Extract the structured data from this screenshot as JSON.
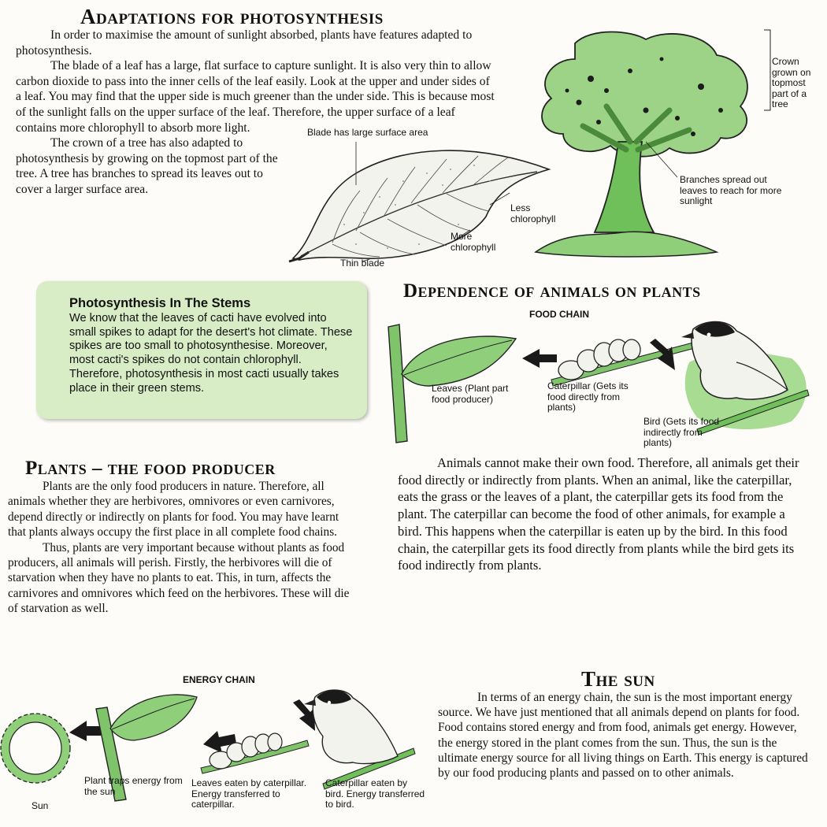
{
  "adaptations": {
    "title": "Adaptations for photosynthesis",
    "paragraphs": [
      "In order to maximise the amount of sunlight absorbed, plants have features adapted to photosynthesis.",
      "The blade of a leaf has a large, flat surface to capture sunlight. It is also very thin to allow carbon dioxide to pass into the inner cells of the leaf easily. Look at the upper and under sides of a leaf. You may find that the upper side is much greener than the under side. This is because most of the sunlight falls on the upper surface of the leaf. Therefore, the upper surface of a leaf contains more chlorophyll to absorb more light.",
      "The crown of a tree has also adapted to photosynthesis by growing on the topmost part of the tree. A tree has branches to spread its leaves out to cover a larger surface area."
    ]
  },
  "leaf_labels": {
    "blade": "Blade has large surface area",
    "less": "Less chlorophyll",
    "more": "More chlorophyll",
    "thin": "Thin blade"
  },
  "tree_labels": {
    "crown": "Crown grown on topmost part of a tree",
    "branches": "Branches spread out leaves to reach for more sunlight"
  },
  "stems_box": {
    "title": "Photosynthesis In The Stems",
    "text": "We know that the leaves of cacti have evolved into small spikes to adapt for the desert's hot climate. These spikes are too small to photosynthesise. Moreover, most cacti's spikes do not contain chlorophyll. Therefore, photosynthesis in most cacti usually takes place in their green stems."
  },
  "dependence": {
    "title": "Dependence of animals on plants",
    "food_chain_title": "FOOD CHAIN",
    "leaves_label": "Leaves (Plant part food producer)",
    "caterpillar_label": "Caterpillar (Gets its food directly from plants)",
    "bird_label": "Bird (Gets its food indirectly from plants)",
    "text": "Animals cannot make their own food. Therefore, all animals get their food directly or indirectly from plants. When an animal, like the caterpillar, eats the grass or the leaves of a plant, the caterpillar gets its food from the plant. The caterpillar can become the food of other animals, for example a bird. This happens when the caterpillar is eaten up by the bird. In this food chain, the caterpillar gets its food directly from plants while the bird gets its food indirectly from plants."
  },
  "plants": {
    "title": "Plants – the food producer",
    "paragraphs": [
      "Plants are the only food producers in nature. Therefore, all animals whether they are herbivores, omnivores or even carnivores, depend directly or indirectly on plants for food. You may have learnt that plants always occupy the first place in all complete food chains.",
      "Thus, plants are very important because without plants as food producers, all animals will perish. Firstly, the herbivores will die of starvation when they have no plants to eat. This, in turn, affects the carnivores and omnivores which feed on the herbivores. These will die of starvation as well."
    ]
  },
  "energy_chain": {
    "title": "ENERGY CHAIN",
    "sun": "Sun",
    "plant": "Plant traps energy from the sun",
    "caterpillar": "Leaves eaten by caterpillar. Energy transferred to caterpillar.",
    "bird": "Caterpillar eaten by bird. Energy transferred to bird."
  },
  "sun_section": {
    "title": "The sun",
    "text": "In terms of an energy chain, the sun is the most important energy source. We have just mentioned that all animals depend on plants for food. Food contains stored energy and from food, animals get energy. However, the energy stored in the plant comes from the sun. Thus, the sun is the ultimate energy source for all living things on Earth. This energy is captured by our food producing plants and passed on to other animals."
  },
  "colors": {
    "green_box": "#d8ecc6",
    "illustration_green": "#8fcf7a",
    "dark_outline": "#1a1a1a"
  }
}
